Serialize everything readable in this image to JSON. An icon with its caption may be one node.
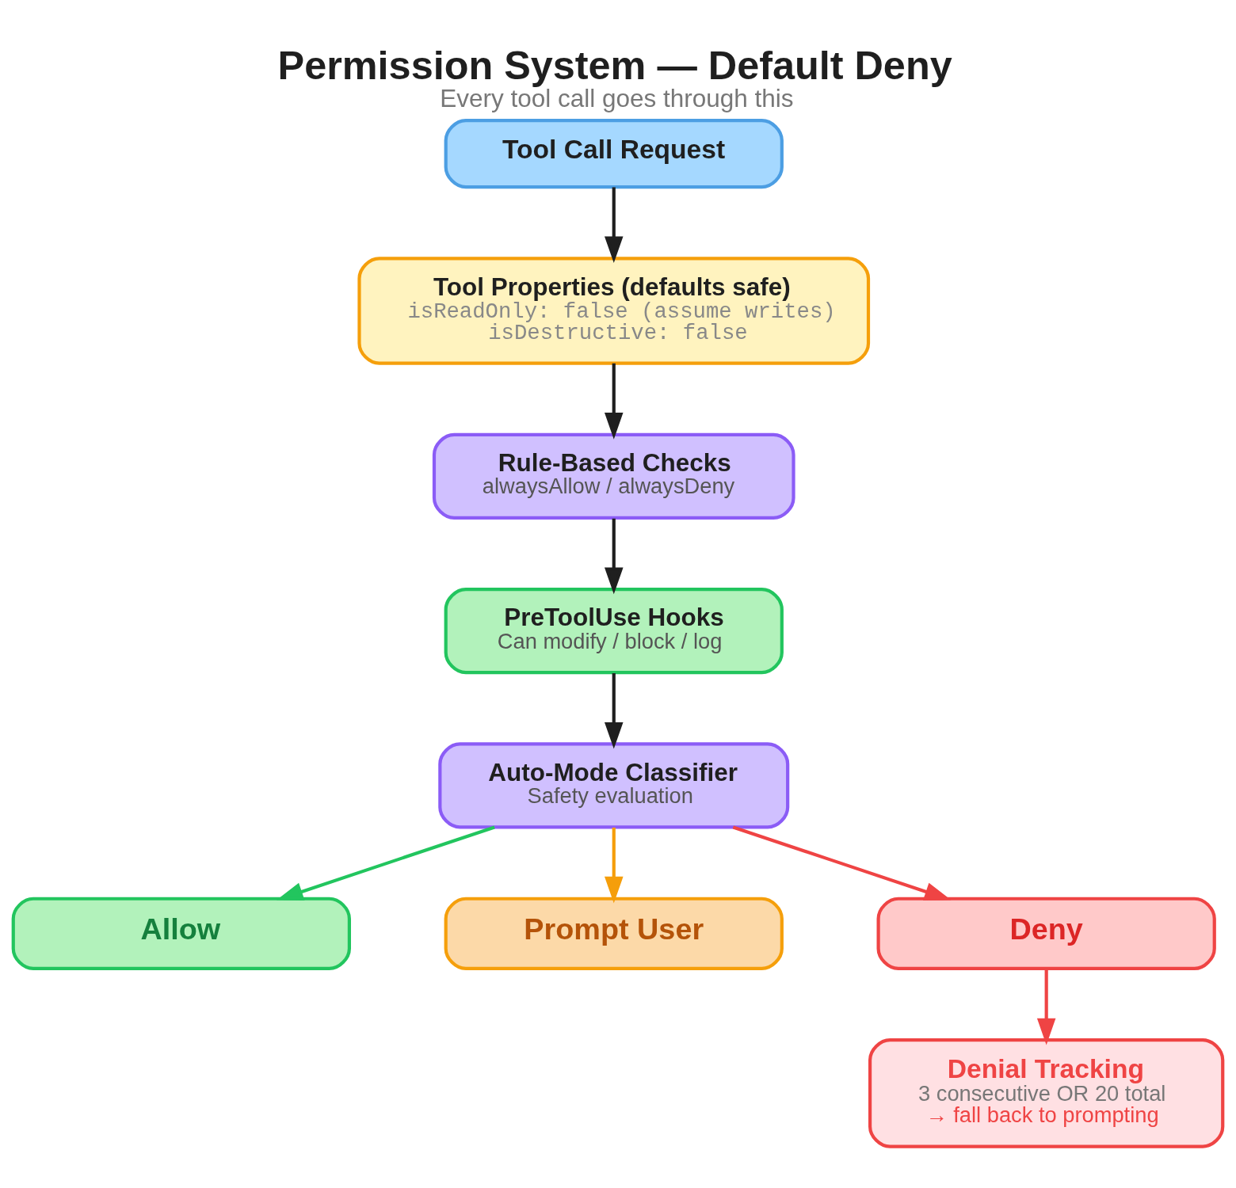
{
  "diagram": {
    "title": "Permission System — Default Deny",
    "caption": "Every tool call goes through this",
    "nodes": [
      {
        "text": [
          "Tool Call Request"
        ]
      },
      {
        "text": [
          "Tool Properties (defaults safe)",
          "isReadOnly: false (assume writes)",
          "isDestructive: false"
        ]
      },
      {
        "text": [
          "Rule-Based Checks",
          "alwaysAllow / alwaysDeny"
        ]
      },
      {
        "text": [
          "PreToolUse Hooks",
          "Can modify / block / log"
        ]
      },
      {
        "text": [
          "Auto-Mode Classifier",
          "Safety evaluation"
        ]
      },
      {
        "text": [
          "Allow"
        ]
      },
      {
        "text": [
          "Prompt User"
        ]
      },
      {
        "text": [
          "Deny"
        ]
      },
      {
        "text": [
          "Denial Tracking",
          "3 consecutive OR 20 total",
          "→ fall back to prompting"
        ]
      }
    ],
    "edges": [
      {
        "from": 0,
        "to": 1,
        "arrow": "to"
      },
      {
        "from": 1,
        "to": 2,
        "arrow": "to"
      },
      {
        "from": 2,
        "to": 3,
        "arrow": "to"
      },
      {
        "from": 3,
        "to": 4,
        "arrow": "to"
      },
      {
        "from": 4,
        "to": 5,
        "arrow": "to",
        "color": "#22c55e"
      },
      {
        "from": 4,
        "to": 6,
        "arrow": "to",
        "color": "#f59e0b"
      },
      {
        "from": 4,
        "to": 7,
        "arrow": "to",
        "color": "#ef4444"
      },
      {
        "from": 7,
        "to": 8,
        "arrow": "to",
        "color": "#ef4444"
      }
    ]
  }
}
